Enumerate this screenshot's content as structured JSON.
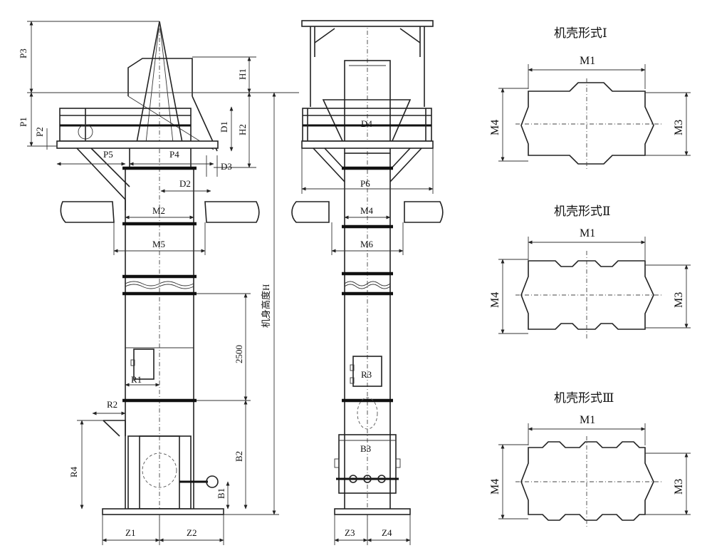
{
  "side_view": {
    "labels": {
      "P3": "P3",
      "P1": "P1",
      "P2": "P2",
      "P5": "P5",
      "P4": "P4",
      "H1": "H1",
      "H2": "H2",
      "D1": "D1",
      "D3": "D3",
      "D2": "D2",
      "M2": "M2",
      "M5": "M5",
      "height": "机身高度H",
      "dim2500": "2500",
      "R1": "R1",
      "R2": "R2",
      "R4": "R4",
      "B2": "B2",
      "B1": "B1",
      "Z1": "Z1",
      "Z2": "Z2"
    }
  },
  "front_view": {
    "labels": {
      "D4": "D4",
      "P6": "P6",
      "M4": "M4",
      "M6": "M6",
      "R3": "R3",
      "B3": "B3",
      "Z3": "Z3",
      "Z4": "Z4"
    }
  },
  "shell_forms": [
    {
      "title": "机壳形式Ⅰ",
      "M1": "M1",
      "M3": "M3",
      "M4": "M4"
    },
    {
      "title": "机壳形式Ⅱ",
      "M1": "M1",
      "M3": "M3",
      "M4": "M4"
    },
    {
      "title": "机壳形式Ⅲ",
      "M1": "M1",
      "M3": "M3",
      "M4": "M4"
    }
  ]
}
